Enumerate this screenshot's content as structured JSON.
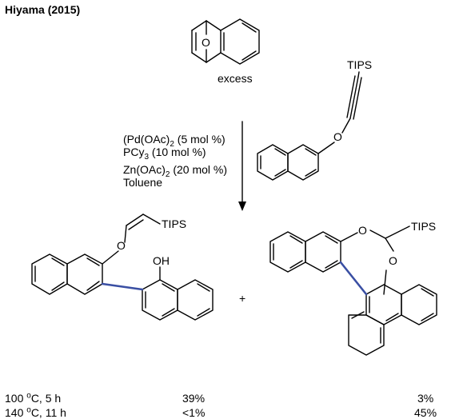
{
  "header": {
    "title": "Hiyama  (2015)"
  },
  "reagent": {
    "note": "excess"
  },
  "conditions": {
    "line1_pre": "(Pd(OAc)",
    "line1_sub": "2",
    "line1_post": " (5 mol %)",
    "line2_pre": "PCy",
    "line2_sub": "3",
    "line2_post": " (10 mol %)",
    "line3_pre": "Zn(OAc)",
    "line3_sub": "2",
    "line3_post": "  (20 mol %)",
    "line4": "Toluene"
  },
  "labels": {
    "O": "O",
    "TIPS": "TIPS",
    "OH": "OH",
    "plus": "+"
  },
  "results": {
    "rows": [
      {
        "temp_pre": "100 ",
        "temp_sup": "o",
        "temp_post": "C, 5 h",
        "yield1": "39%",
        "yield2": "3%"
      },
      {
        "temp_pre": "140 ",
        "temp_sup": "o",
        "temp_post": "C, 11 h",
        "yield1": "<1%",
        "yield2": "45%"
      }
    ]
  },
  "colors": {
    "new_bond": "#3a4fa3",
    "ink": "#000000"
  }
}
